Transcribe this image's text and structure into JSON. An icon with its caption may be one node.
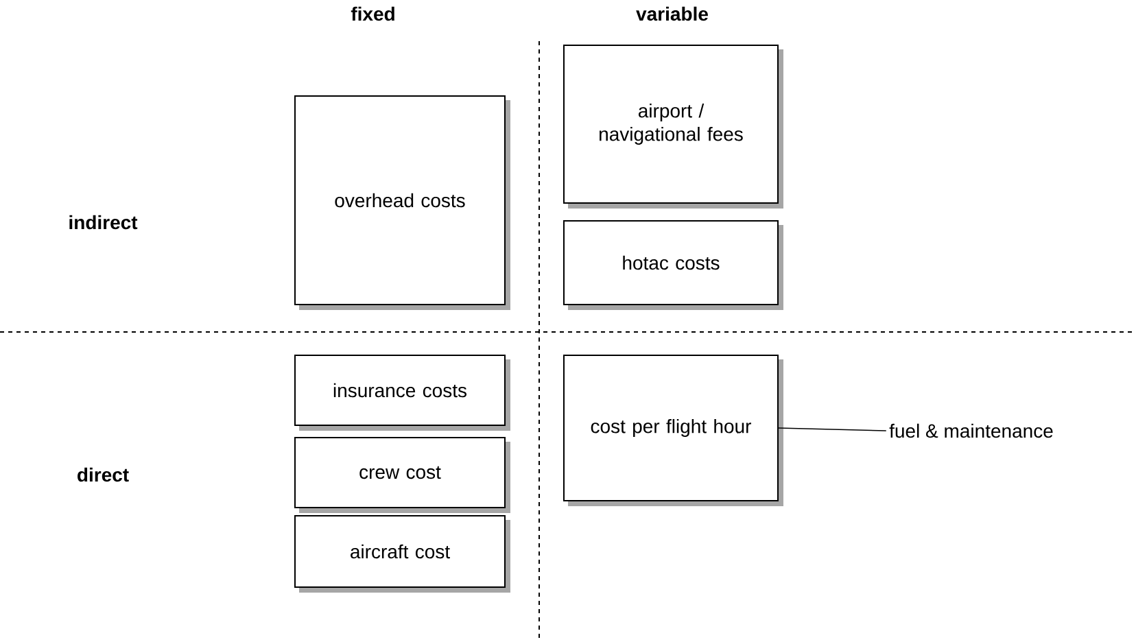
{
  "diagram": {
    "nodes": [
      {
        "text": [
          "overhead costs"
        ]
      },
      {
        "text": [
          "airport / navigational fees"
        ]
      },
      {
        "text": [
          "hotac costs"
        ]
      },
      {
        "text": [
          "insurance costs"
        ]
      },
      {
        "text": [
          "crew cost"
        ]
      },
      {
        "text": [
          "aircraft cost"
        ]
      },
      {
        "text": [
          "cost per flight hour"
        ]
      },
      {
        "text": [
          "fuel & maintenance"
        ]
      }
    ],
    "edges": [
      {
        "from": 6,
        "to": 7,
        "arrow": "none"
      }
    ],
    "labels": [
      "fixed",
      "variable",
      "indirect",
      "direct"
    ]
  }
}
